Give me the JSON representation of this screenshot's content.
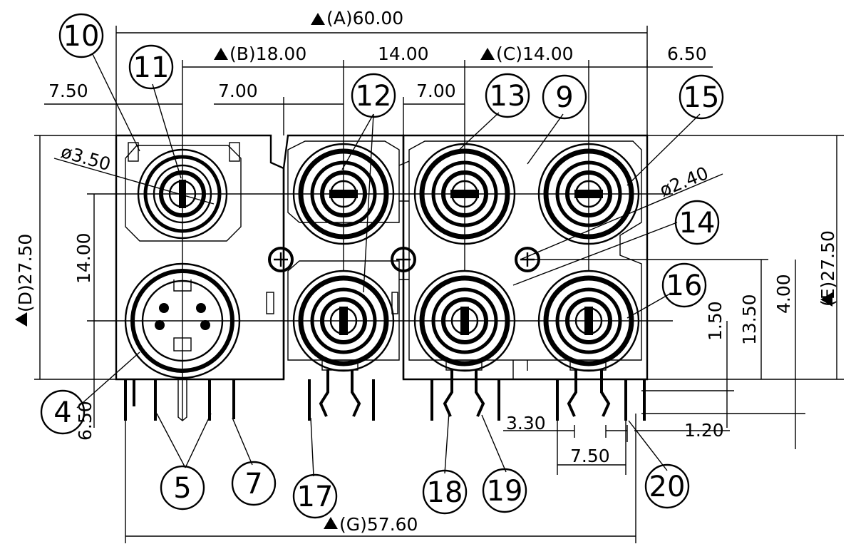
{
  "dimensions": {
    "A": "(A)60.00",
    "B": "(B)18.00",
    "C": "(C)14.00",
    "top_14": "14.00",
    "top_650": "6.50",
    "top_750": "7.50",
    "top_700_a": "7.00",
    "top_700_b": "7.00",
    "phi350": "ø3.50",
    "phi240": "ø2.40",
    "D": "(D)27.50",
    "E": "(E)27.50",
    "left_1400": "14.00",
    "right_150": "1.50",
    "right_1350": "13.50",
    "right_400": "4.00",
    "left_650": "6.50",
    "b_330": "3.30",
    "b_750": "7.50",
    "b_120": "1.20",
    "G": "(G)57.60"
  },
  "callouts": [
    "10",
    "11",
    "12",
    "13",
    "9",
    "15",
    "14",
    "16",
    "4",
    "5",
    "7",
    "17",
    "18",
    "19",
    "20"
  ],
  "symbols": {
    "critical_marker": "filled-triangle",
    "connector_type": "mini-din-4pin-and-rca-jacks"
  }
}
